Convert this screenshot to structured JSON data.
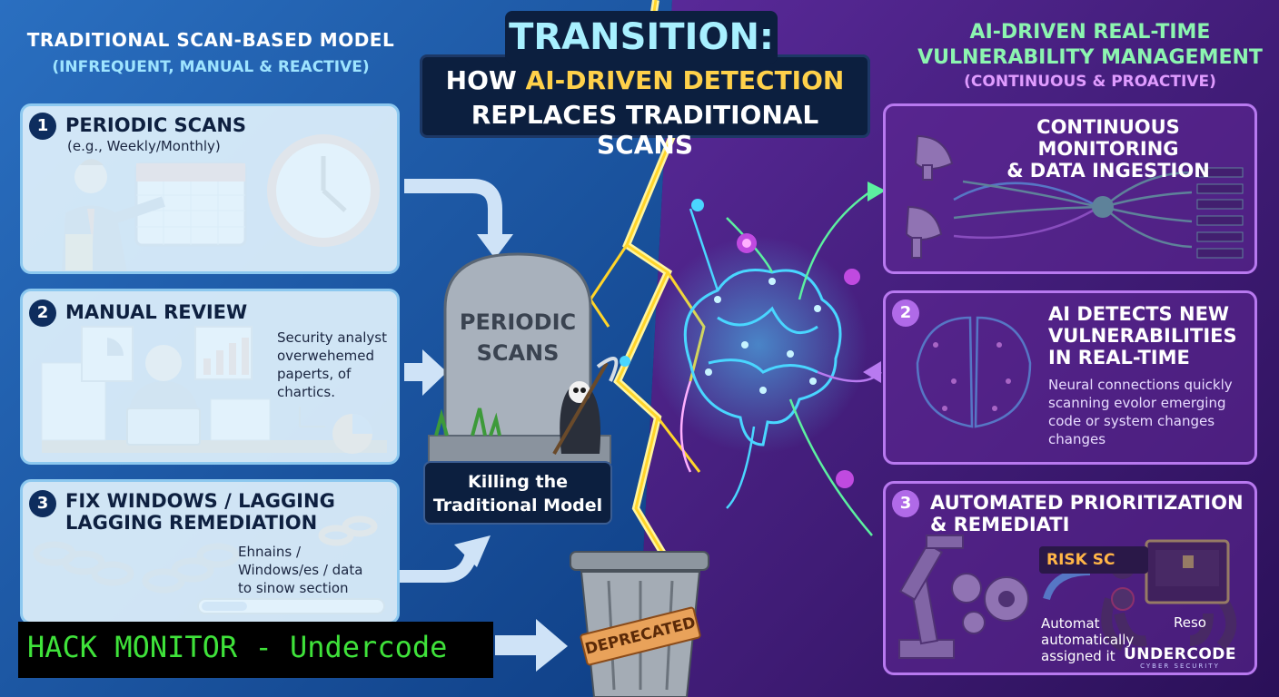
{
  "header": {
    "center_title": "TRANSITION:",
    "center_line1_pre": "HOW ",
    "center_line1_highlight": "AI-DRIVEN DETECTION",
    "center_line2": "REPLACES TRADITIONAL SCANS"
  },
  "left": {
    "title": "TRADITIONAL SCAN-BASED MODEL",
    "subtitle": "(INFREQUENT, MANUAL & REACTIVE)",
    "panels": [
      {
        "num": "1",
        "title": "PERIODIC SCANS",
        "note": "(e.g., Weekly/Monthly)"
      },
      {
        "num": "2",
        "title": "MANUAL REVIEW",
        "note_lines": [
          "Security analyst",
          "overwehemed",
          "paperts, of",
          "chartics."
        ]
      },
      {
        "num": "3",
        "title_lines": [
          "FIX WINDOWS / LAGGING",
          "LAGGING REMEDIATION"
        ],
        "note_lines": [
          "Ehnains /",
          "Windows/es / data",
          "to sinow section"
        ]
      }
    ]
  },
  "center": {
    "tombstone_lines": [
      "PERIODIC",
      "SCANS"
    ],
    "killing_lines": [
      "Killing the",
      "Traditional Model"
    ],
    "deprecated": "DEPRECATED"
  },
  "right": {
    "title_lines": [
      "AI-DRIVEN REAL-TIME",
      "VULNERABILITY MANAGEMENT"
    ],
    "subtitle": "(CONTINUOUS & PROACTIVE)",
    "panels": [
      {
        "title_lines": [
          "CONTINUOUS MONITORING",
          "& DATA INGESTION"
        ]
      },
      {
        "num": "2",
        "title_lines": [
          "AI DETECTS NEW",
          "VULNERABILITIES",
          "IN REAL-TIME"
        ],
        "note_lines": [
          "Neural connections quickly",
          "scanning evolor emerging",
          "code or system changes",
          "changes"
        ]
      },
      {
        "num": "3",
        "title_lines": [
          "AUTOMATED PRIORITIZATION",
          "& REMEDIATI"
        ],
        "risk": "RISK SC",
        "auto_lines": [
          "Automat",
          "automatically",
          "assigned it"
        ],
        "resolved": "Reso"
      }
    ]
  },
  "watermark": {
    "hack_monitor": "HACK MONITOR - Undercode",
    "logo": "UNDERCODE",
    "logo_sub": "CYBER SECURITY"
  },
  "colors": {
    "left_bg": "#1a5aa8",
    "right_bg": "#4a1f86",
    "lightning": "#ffe24a",
    "accent_yellow": "#ffd14a",
    "hack_green": "#3fe23a"
  }
}
